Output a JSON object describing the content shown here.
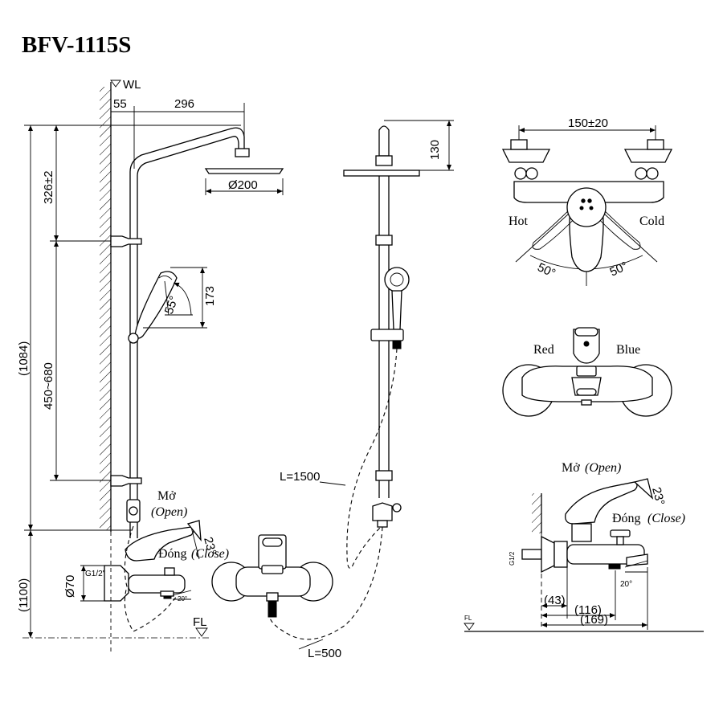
{
  "title": "BFV-1115S",
  "side_view": {
    "wall_label": "WL",
    "floor_label": "FL",
    "dim_wall_offset": "55",
    "dim_arm_reach": "296",
    "dim_top_height": "326±2",
    "dim_slide_range": "450~680",
    "dim_total_upper": "(1084)",
    "dim_total_lower": "(1100)",
    "dim_head_diameter": "Ø200",
    "dim_handheld_length": "173",
    "dim_handheld_angle": "55°",
    "dim_mixer_width": "Ø70",
    "dim_thread": "G1/2\"",
    "open_label_vi": "Mở",
    "open_label_en": "(Open)",
    "close_label_vi": "Đóng",
    "close_label_en": "(Close)",
    "lever_angle": "23°",
    "spout_angle": "20°"
  },
  "front_view": {
    "dim_head_height": "130",
    "hose_long": "L=1500",
    "hose_short": "L=500"
  },
  "top_view": {
    "dim_centers": "150±20",
    "hot_label": "Hot",
    "cold_label": "Cold",
    "hot_angle": "50°",
    "cold_angle": "50°"
  },
  "front_mixer": {
    "red_label": "Red",
    "blue_label": "Blue"
  },
  "side_mixer": {
    "open_label_vi": "Mở",
    "open_label_en": "(Open)",
    "close_label_vi": "Đóng",
    "close_label_en": "(Close)",
    "lever_angle": "23°",
    "spout_angle": "20°",
    "thread": "G1/2",
    "floor_label": "FL",
    "dim_a": "(43)",
    "dim_b": "(116)",
    "dim_c": "(169)"
  }
}
